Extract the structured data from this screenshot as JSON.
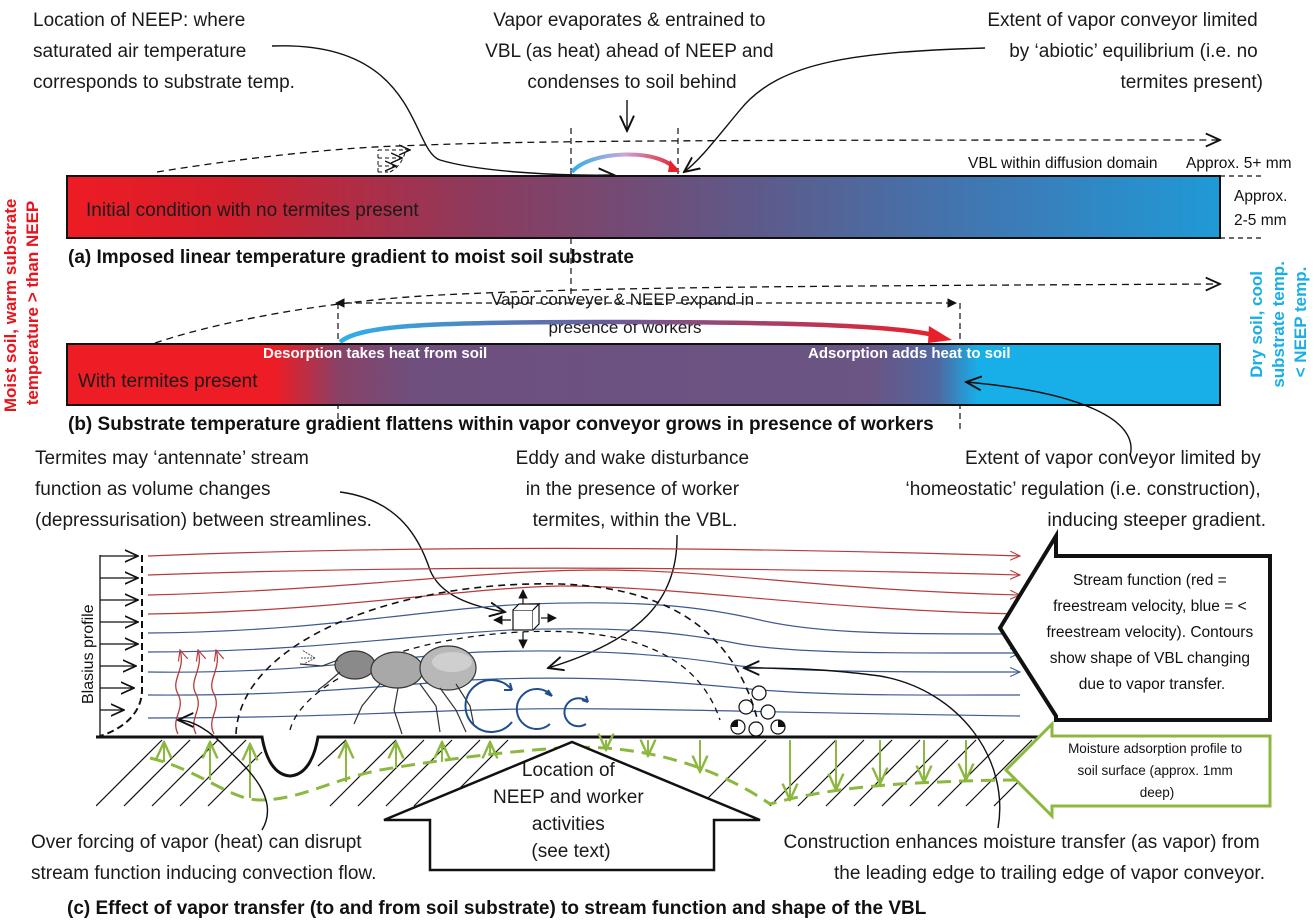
{
  "annotations": {
    "neep_location": [
      "Location of NEEP: where",
      "saturated air temperature",
      "corresponds to substrate temp."
    ],
    "vapor_evaporates": [
      "Vapor evaporates & entrained to",
      "VBL (as heat) ahead of NEEP and",
      "condenses to soil behind"
    ],
    "extent_abiotic": [
      "Extent of vapor conveyor limited",
      "by ‘abiotic’ equilibrium (i.e. no",
      "termites present)"
    ],
    "vbl_within": "VBL within diffusion domain",
    "approx_5mm": "Approx. 5+ mm",
    "approx_2_5mm": [
      "Approx.",
      "2-5 mm"
    ],
    "vapor_conveyer_expand": [
      "Vapor conveyer & NEEP expand in",
      "presence of workers"
    ],
    "desorption": "Desorption takes heat from soil",
    "adsorption": "Adsorption adds heat to soil",
    "termites_antennate": [
      "Termites may ‘antennate’ stream",
      "function as volume changes",
      "(depressurisation) between streamlines."
    ],
    "eddy_wake": [
      "Eddy and wake disturbance",
      "in the presence of worker",
      "termites, within the VBL."
    ],
    "extent_homeostatic": [
      "Extent of vapor conveyor limited by",
      "‘homeostatic’ regulation (i.e. construction),",
      "inducing steeper gradient."
    ],
    "over_forcing": [
      "Over forcing of vapor (heat) can disrupt",
      "stream function inducing convection flow."
    ],
    "construction_enhances": [
      "Construction enhances moisture transfer (as vapor) from",
      "the leading edge to trailing edge of vapor conveyor."
    ],
    "neep_worker_location": [
      "Location of",
      "NEEP and worker",
      "activities",
      "(see text)"
    ],
    "stream_function_box": [
      "Stream function (red =",
      "freestream velocity, blue = <",
      "freestream velocity).  Contours",
      "show shape of VBL changing",
      "due to vapor transfer."
    ],
    "moisture_adsorption_box": [
      "Moisture adsorption profile to",
      "soil surface (approx. 1mm",
      "deep)"
    ],
    "blasius": "Blasius profile"
  },
  "side_labels": {
    "left": [
      "Moist soil, warm substrate",
      "temperature > than NEEP"
    ],
    "right": [
      "Dry soil, cool",
      "substrate temp.",
      "< NEEP temp."
    ]
  },
  "bars": {
    "a_inner": "Initial condition with no termites present",
    "b_inner": "With termites present"
  },
  "captions": {
    "a": "(a) Imposed linear temperature gradient to moist soil substrate",
    "b": "(b) Substrate temperature gradient flattens within vapor conveyor grows in presence of workers",
    "c": "(c) Effect of vapor transfer (to and from soil substrate) to stream function and shape of the VBL"
  },
  "colors": {
    "warm_red": "#ee1c24",
    "mid_purple": "#6b5080",
    "cool_blue": "#18aee8",
    "left_label_red": "#e8141c",
    "right_label_blue": "#1aaee5",
    "stream_red": "#b83a3a",
    "stream_blue": "#3b5a90",
    "moisture_green": "#8cb840"
  }
}
